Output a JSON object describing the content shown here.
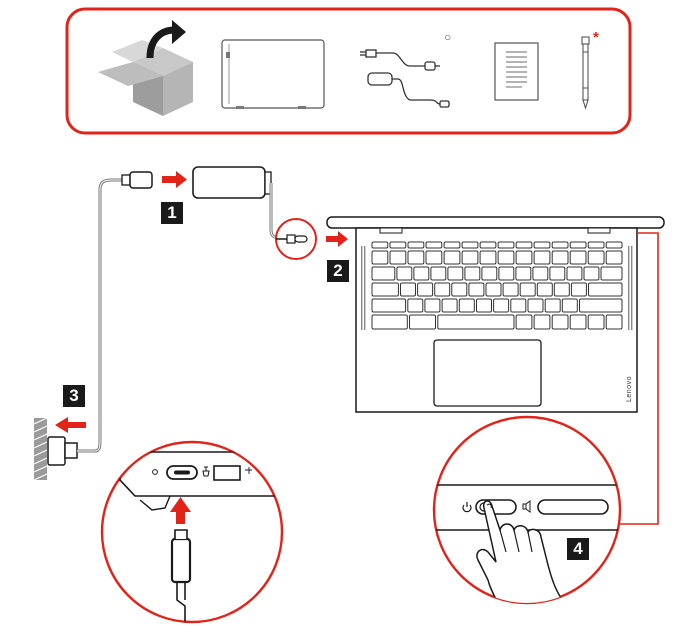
{
  "steps": {
    "one": "1",
    "two": "2",
    "three": "3",
    "four": "4"
  },
  "markers": {
    "circle": "○",
    "asterisk": "*"
  },
  "brand": "Lenovo",
  "colors": {
    "accent": "#e2231a",
    "line": "#1a1a1a",
    "keyStroke": "#333333",
    "wall": "#9a9a9a"
  },
  "box_items": [
    "unbox-icon",
    "laptop-closed-icon",
    "power-adapter-cable-icon",
    "document-icon",
    "stylus-pen-icon"
  ]
}
